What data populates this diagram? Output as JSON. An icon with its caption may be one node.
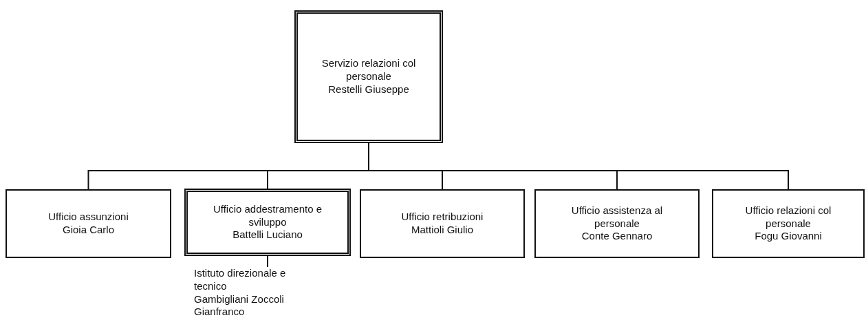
{
  "diagram": {
    "nodes": [
      {
        "text": [
          "Servizio relazioni col personale",
          "Restelli Giuseppe"
        ]
      },
      {
        "text": [
          "Ufficio assunzioni",
          "Gioia Carlo"
        ]
      },
      {
        "text": [
          "Ufficio addestramento e sviluppo",
          "Battelli Luciano"
        ]
      },
      {
        "text": [
          "Ufficio retribuzioni",
          "Mattioli Giulio"
        ]
      },
      {
        "text": [
          "Ufficio assistenza al personale",
          "Conte Gennaro"
        ]
      },
      {
        "text": [
          "Ufficio relazioni col personale",
          "Fogu Giovanni"
        ]
      },
      {
        "text": [
          "Istituto direzionale e tecnico",
          "Gambigliani Zoccoli Gianfranco"
        ]
      }
    ],
    "edges": [
      {
        "from": 0,
        "to": 1,
        "arrow": "none"
      },
      {
        "from": 0,
        "to": 2,
        "arrow": "none"
      },
      {
        "from": 0,
        "to": 3,
        "arrow": "none"
      },
      {
        "from": 0,
        "to": 4,
        "arrow": "none"
      },
      {
        "from": 0,
        "to": 5,
        "arrow": "none"
      },
      {
        "from": 2,
        "to": 6,
        "arrow": "none"
      }
    ]
  }
}
